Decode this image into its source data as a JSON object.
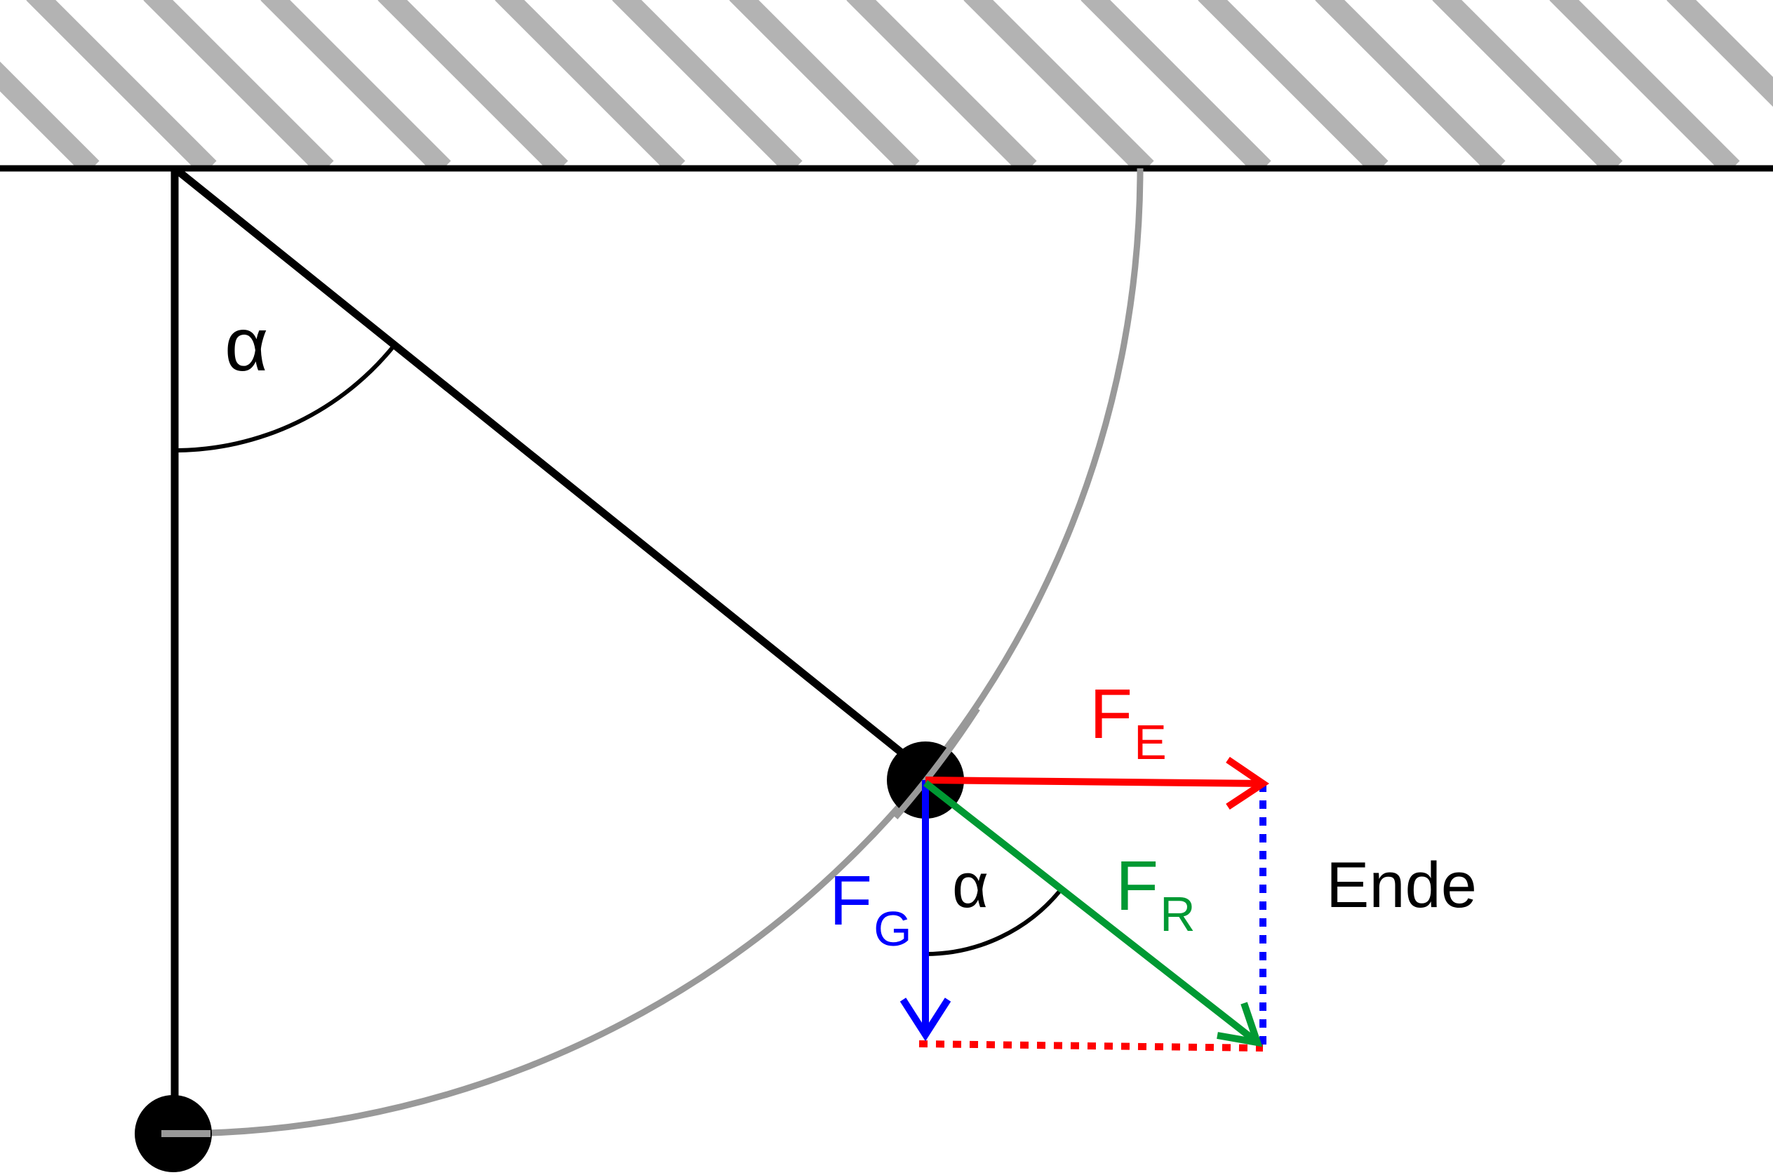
{
  "labels": {
    "alpha_top": "α",
    "alpha_bottom": "α",
    "force_gravity": {
      "main": "F",
      "sub": "G"
    },
    "force_extra": {
      "main": "F",
      "sub": "E"
    },
    "force_resultant": {
      "main": "F",
      "sub": "R"
    },
    "end_label": "Ende"
  },
  "colors": {
    "ceiling_hatch": "#b3b3b3",
    "ceiling_line": "#000000",
    "string": "#000000",
    "bob": "#000000",
    "swing_arc": "#999999",
    "angle_arc": "#000000",
    "force_gravity": "#0000ff",
    "force_extra": "#ff0000",
    "force_resultant": "#009933",
    "end_label": "#000000"
  }
}
